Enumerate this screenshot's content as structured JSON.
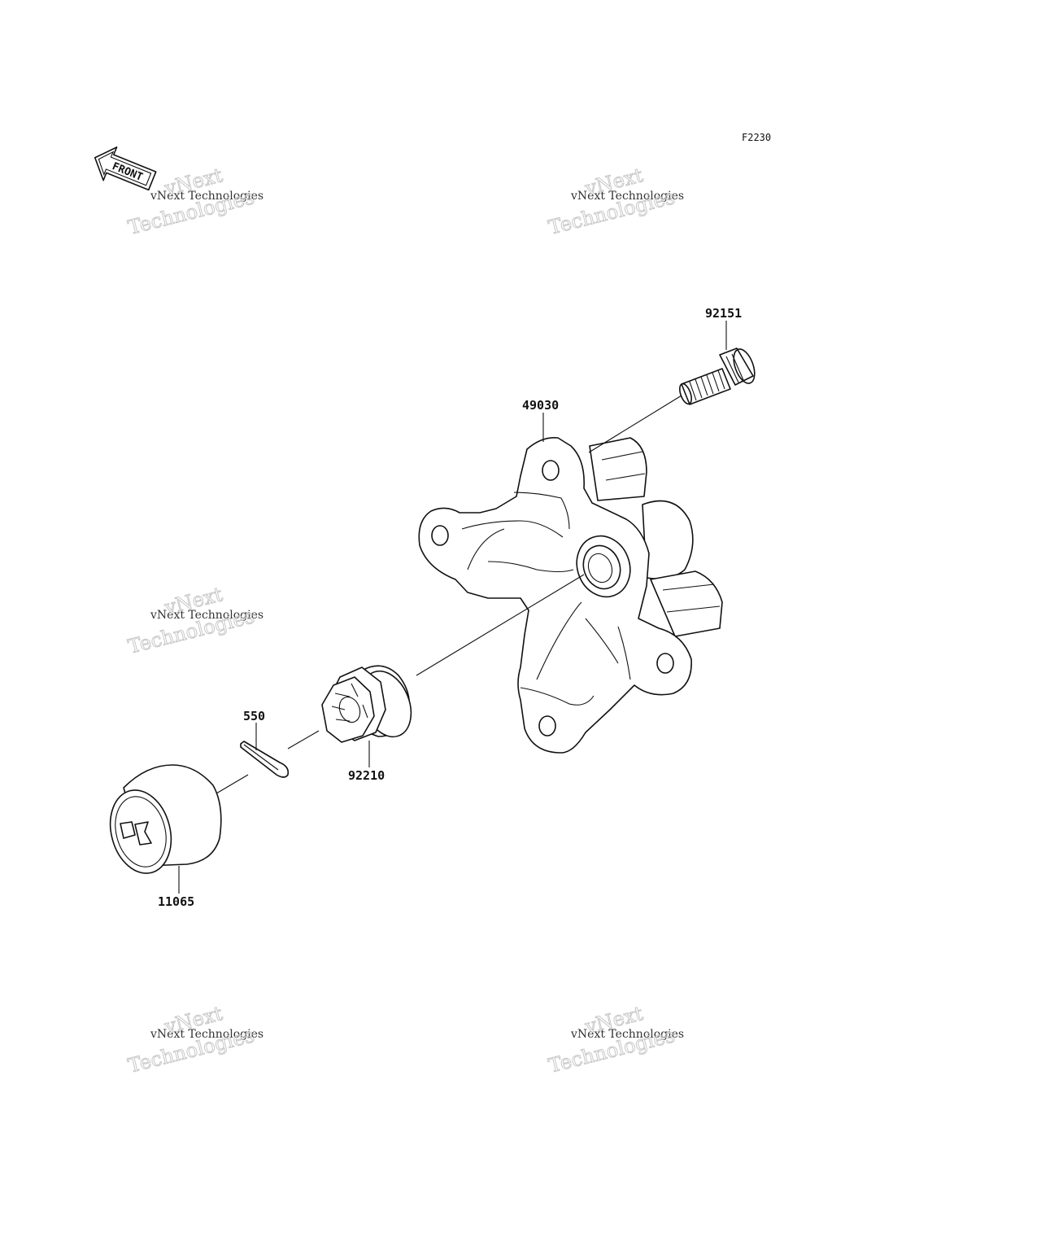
{
  "figure_code": "F2230",
  "front_label": "FRONT",
  "watermark": {
    "line1": "vNext Technologies",
    "line2": "vNext",
    "line3": "Technologies"
  },
  "parts": [
    {
      "number": "92151",
      "name": "stud-bolt"
    },
    {
      "number": "49030",
      "name": "hub"
    },
    {
      "number": "550",
      "name": "cotter-pin"
    },
    {
      "number": "92210",
      "name": "castle-nut"
    },
    {
      "number": "11065",
      "name": "hub-cap"
    }
  ]
}
